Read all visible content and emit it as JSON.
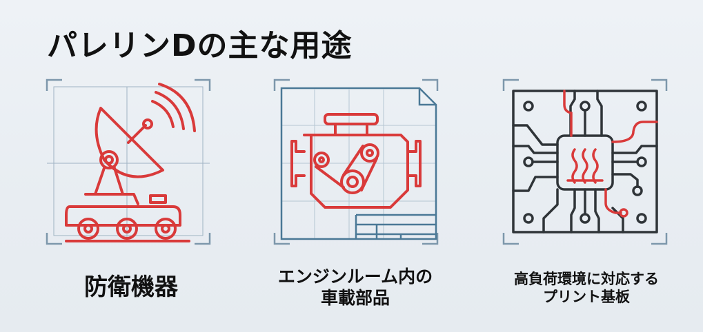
{
  "title": "パレリンDの主な用途",
  "colors": {
    "accent_red": "#d93a3a",
    "frame_blue": "#4a7896",
    "dark": "#2f3438"
  },
  "uses": [
    {
      "icon": "satellite-dish-vehicle-icon",
      "label_lines": [
        "防衛機器"
      ]
    },
    {
      "icon": "engine-blueprint-icon",
      "label_lines": [
        "エンジンルーム内の",
        "車載部品"
      ]
    },
    {
      "icon": "circuit-board-heat-icon",
      "label_lines": [
        "高負荷環境に対応する",
        "プリント基板"
      ]
    }
  ]
}
